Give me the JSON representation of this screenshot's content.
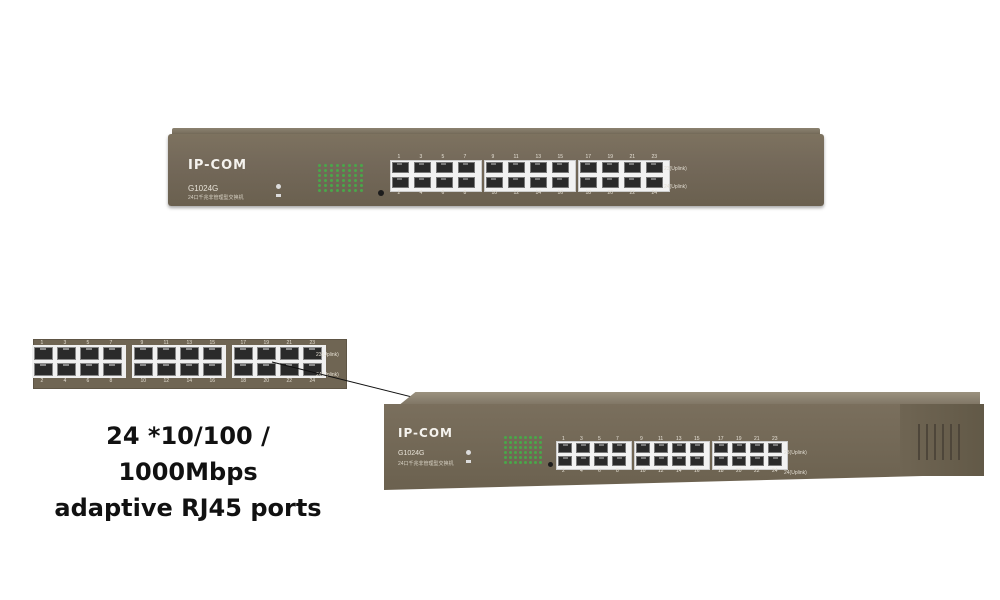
{
  "switch_front": {
    "brand": "IP-COM",
    "model": "G1024G",
    "subtitle": "24口千兆非管理型交换机",
    "top_port_numbers": [
      "1",
      "3",
      "5",
      "7",
      "9",
      "11",
      "13",
      "15",
      "17",
      "19",
      "21",
      "23"
    ],
    "bottom_port_numbers": [
      "2",
      "4",
      "6",
      "8",
      "10",
      "12",
      "14",
      "16",
      "18",
      "20",
      "22",
      "24"
    ],
    "uplink_labels": [
      "23(Uplink)",
      "24(Uplink)"
    ]
  },
  "zoom_inset": {
    "top_port_numbers": [
      "1",
      "3",
      "5",
      "7",
      "9",
      "11",
      "13",
      "15",
      "17",
      "19",
      "21",
      "23"
    ],
    "bottom_port_numbers": [
      "2",
      "4",
      "6",
      "8",
      "10",
      "12",
      "14",
      "16",
      "18",
      "20",
      "22",
      "24"
    ],
    "uplink_labels": [
      "23(Uplink)",
      "24(Uplink)"
    ]
  },
  "caption": {
    "line1": "24 *10/100 / 1000Mbps",
    "line2": "adaptive RJ45 ports"
  },
  "switch_angled": {
    "brand": "IP-COM",
    "model": "G1024G",
    "subtitle": "24口千兆非管理型交换机",
    "uplink_labels": [
      "23(Uplink)",
      "24(Uplink)"
    ]
  },
  "colors": {
    "chassis": "#74695a",
    "port_block": "#f2f2f2",
    "led": "#4aa64a",
    "caption": "#111111"
  }
}
